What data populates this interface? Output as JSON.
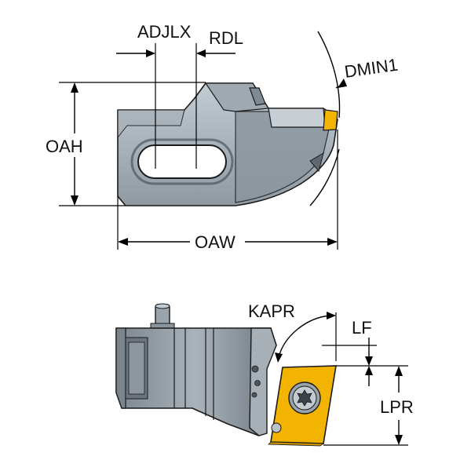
{
  "labels": {
    "adjlx": "ADJLX",
    "rdl": "RDL",
    "dmin1": "DMIN1",
    "oah": "OAH",
    "oaw": "OAW",
    "kapr": "KAPR",
    "lf": "LF",
    "lpr": "LPR"
  },
  "colors": {
    "body_light": "#b9c2c9",
    "body_mid": "#8f99a2",
    "body_dark": "#6b747c",
    "insert": "#f2b400",
    "insert_dark": "#c58f00",
    "line": "#000000"
  }
}
